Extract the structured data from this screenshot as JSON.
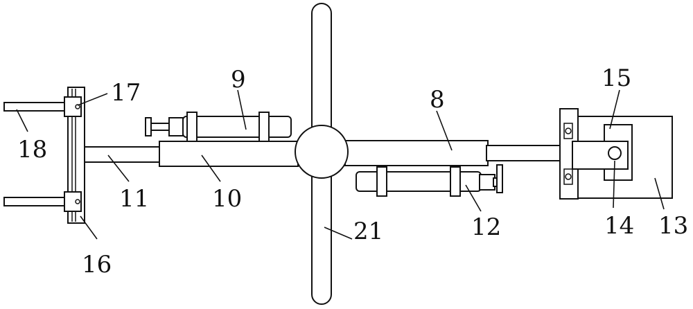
{
  "labels": {
    "l8": "8",
    "l9": "9",
    "l10": "10",
    "l11": "11",
    "l12": "12",
    "l13": "13",
    "l14": "14",
    "l15": "15",
    "l16": "16",
    "l17": "17",
    "l18": "18",
    "l21": "21"
  },
  "colors": {
    "stroke": "#111111",
    "background": "#ffffff"
  }
}
